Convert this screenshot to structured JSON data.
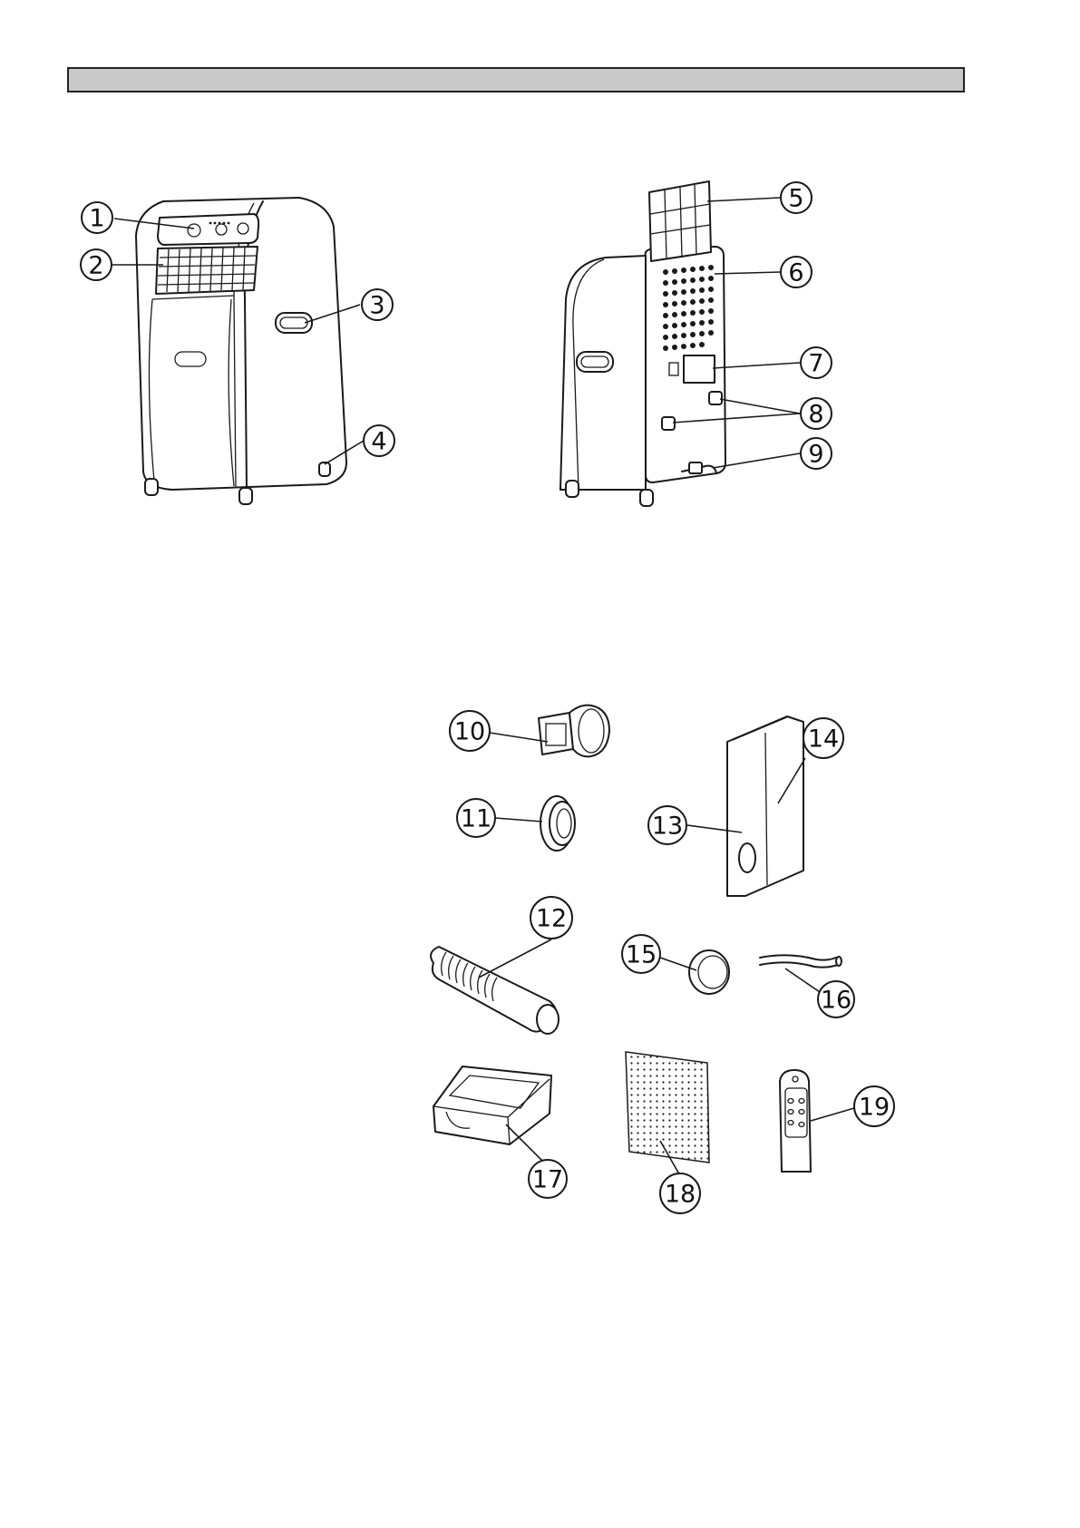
{
  "callouts": [
    {
      "id": "1",
      "label": "1"
    },
    {
      "id": "2",
      "label": "2"
    },
    {
      "id": "3",
      "label": "3"
    },
    {
      "id": "4",
      "label": "4"
    },
    {
      "id": "5",
      "label": "5"
    },
    {
      "id": "6",
      "label": "6"
    },
    {
      "id": "7",
      "label": "7"
    },
    {
      "id": "8",
      "label": "8"
    },
    {
      "id": "9",
      "label": "9"
    },
    {
      "id": "10",
      "label": "10"
    },
    {
      "id": "11",
      "label": "11"
    },
    {
      "id": "12",
      "label": "12"
    },
    {
      "id": "13",
      "label": "13"
    },
    {
      "id": "14",
      "label": "14"
    },
    {
      "id": "15",
      "label": "15"
    },
    {
      "id": "16",
      "label": "16"
    },
    {
      "id": "17",
      "label": "17"
    },
    {
      "id": "18",
      "label": "18"
    },
    {
      "id": "19",
      "label": "19"
    }
  ],
  "colors": {
    "line": "#1a1a1a",
    "title_bar": "#c9c9c9",
    "background": "#ffffff"
  }
}
